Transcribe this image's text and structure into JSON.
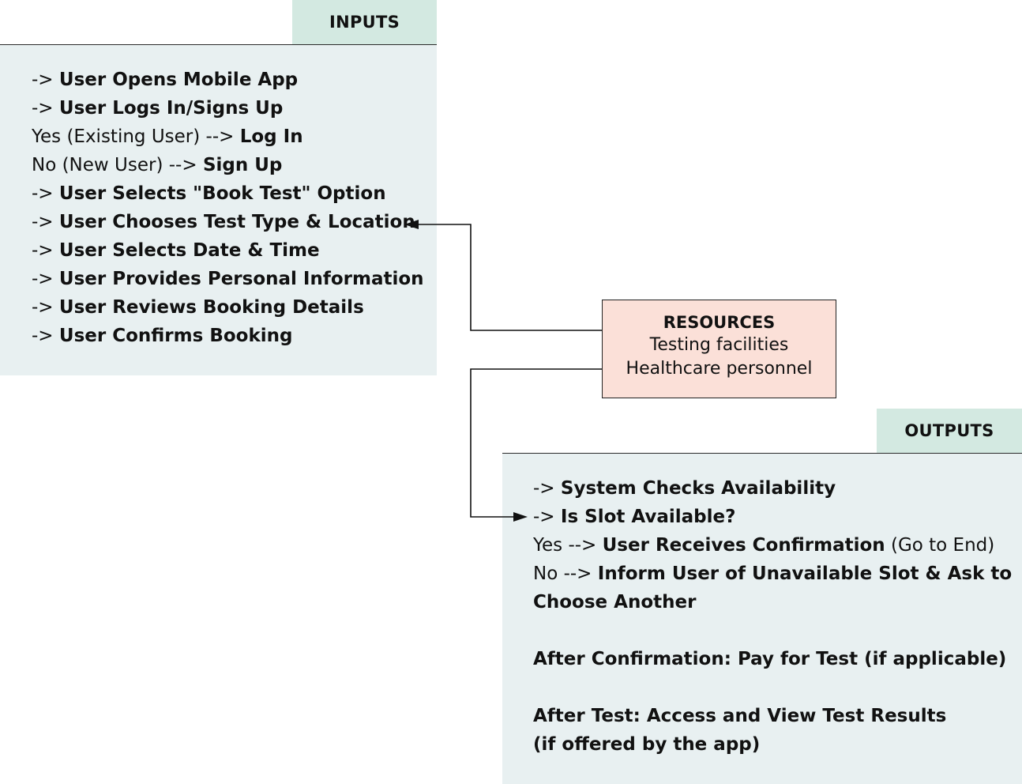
{
  "inputs": {
    "title": "INPUTS",
    "lines": [
      {
        "prefix": "-> ",
        "bold": "User Opens Mobile App",
        "suffix": ""
      },
      {
        "prefix": "-> ",
        "bold": "User Logs In/Signs Up",
        "suffix": ""
      },
      {
        "prefix": "Yes (Existing User) --> ",
        "bold": "Log In",
        "suffix": ""
      },
      {
        "prefix": "No (New User) --> ",
        "bold": "Sign Up",
        "suffix": ""
      },
      {
        "prefix": "-> ",
        "bold": "User Selects \"Book Test\" Option",
        "suffix": ""
      },
      {
        "prefix": "-> ",
        "bold": "User Chooses Test Type & Location",
        "suffix": ""
      },
      {
        "prefix": "-> ",
        "bold": "User Selects Date & Time",
        "suffix": ""
      },
      {
        "prefix": "-> ",
        "bold": "User Provides Personal Information",
        "suffix": ""
      },
      {
        "prefix": "-> ",
        "bold": "User Reviews Booking Details",
        "suffix": ""
      },
      {
        "prefix": "-> ",
        "bold": "User Confirms Booking",
        "suffix": ""
      }
    ]
  },
  "resources": {
    "title": "RESOURCES",
    "items": [
      "Testing facilities",
      "Healthcare personnel"
    ]
  },
  "outputs": {
    "title": "OUTPUTS",
    "lines": [
      {
        "prefix": "-> ",
        "bold": "System Checks Availability",
        "suffix": ""
      },
      {
        "prefix": "-> ",
        "bold": "Is Slot Available?",
        "suffix": ""
      },
      {
        "prefix": "Yes --> ",
        "bold": "User Receives Confirmation",
        "suffix": " (Go to End)"
      },
      {
        "prefix": "No --> ",
        "bold": "Inform User of Unavailable Slot & Ask to",
        "suffix": ""
      },
      {
        "prefix": "",
        "bold": "Choose Another",
        "suffix": ""
      },
      {
        "prefix": "",
        "bold": "",
        "suffix": ""
      },
      {
        "prefix": "",
        "bold": "After Confirmation: Pay for Test (if applicable)",
        "suffix": ""
      },
      {
        "prefix": "",
        "bold": "",
        "suffix": ""
      },
      {
        "prefix": "",
        "bold": "After Test: Access and View Test Results",
        "suffix": ""
      },
      {
        "prefix": "",
        "bold": "(if offered by the app)",
        "suffix": ""
      }
    ]
  },
  "colors": {
    "panel_bg": "#e8f0f1",
    "tab_bg": "#d3e9e1",
    "resources_bg": "#fbe0d8",
    "line": "#111111"
  }
}
